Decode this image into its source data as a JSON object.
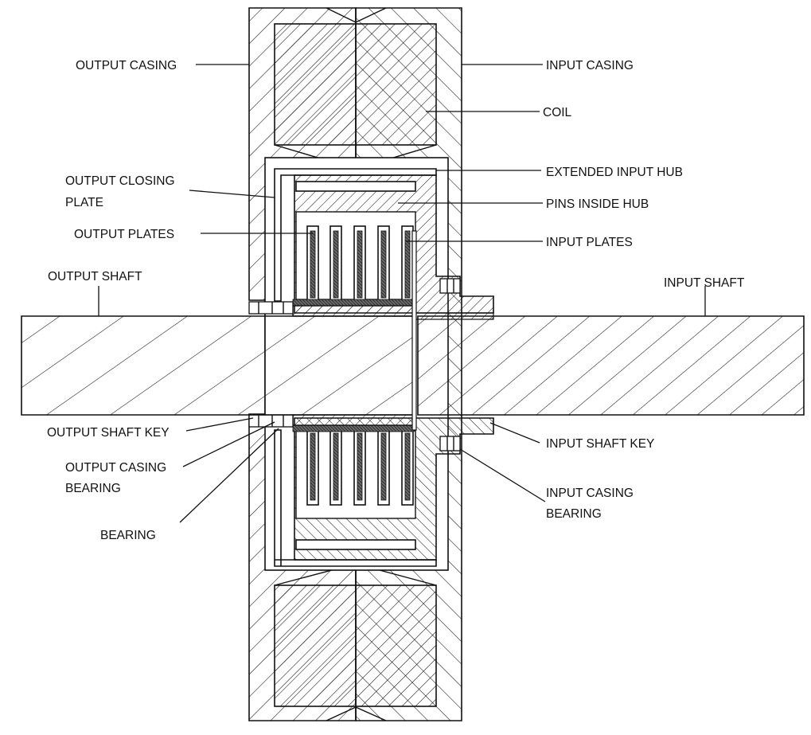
{
  "diagram": {
    "labels": {
      "output_casing": "OUTPUT CASING",
      "input_casing": "INPUT CASING",
      "coil": "COIL",
      "output_closing_plate_line1": "OUTPUT CLOSING",
      "output_closing_plate_line2": "PLATE",
      "extended_input_hub": "EXTENDED INPUT HUB",
      "pins_inside_hub": "PINS INSIDE HUB",
      "output_plates": "OUTPUT PLATES",
      "input_plates": "INPUT PLATES",
      "output_shaft": "OUTPUT SHAFT",
      "input_shaft": "INPUT SHAFT",
      "output_shaft_key": "OUTPUT SHAFT KEY",
      "input_shaft_key": "INPUT SHAFT KEY",
      "output_casing_bearing_line1": "OUTPUT CASING",
      "output_casing_bearing_line2": "BEARING",
      "input_casing_bearing_line1": "INPUT CASING",
      "input_casing_bearing_line2": "BEARING",
      "bearing": "BEARING"
    },
    "colors": {
      "line": "#111111",
      "background": "#ffffff",
      "fluid_fill": "#6a6a6a"
    }
  }
}
